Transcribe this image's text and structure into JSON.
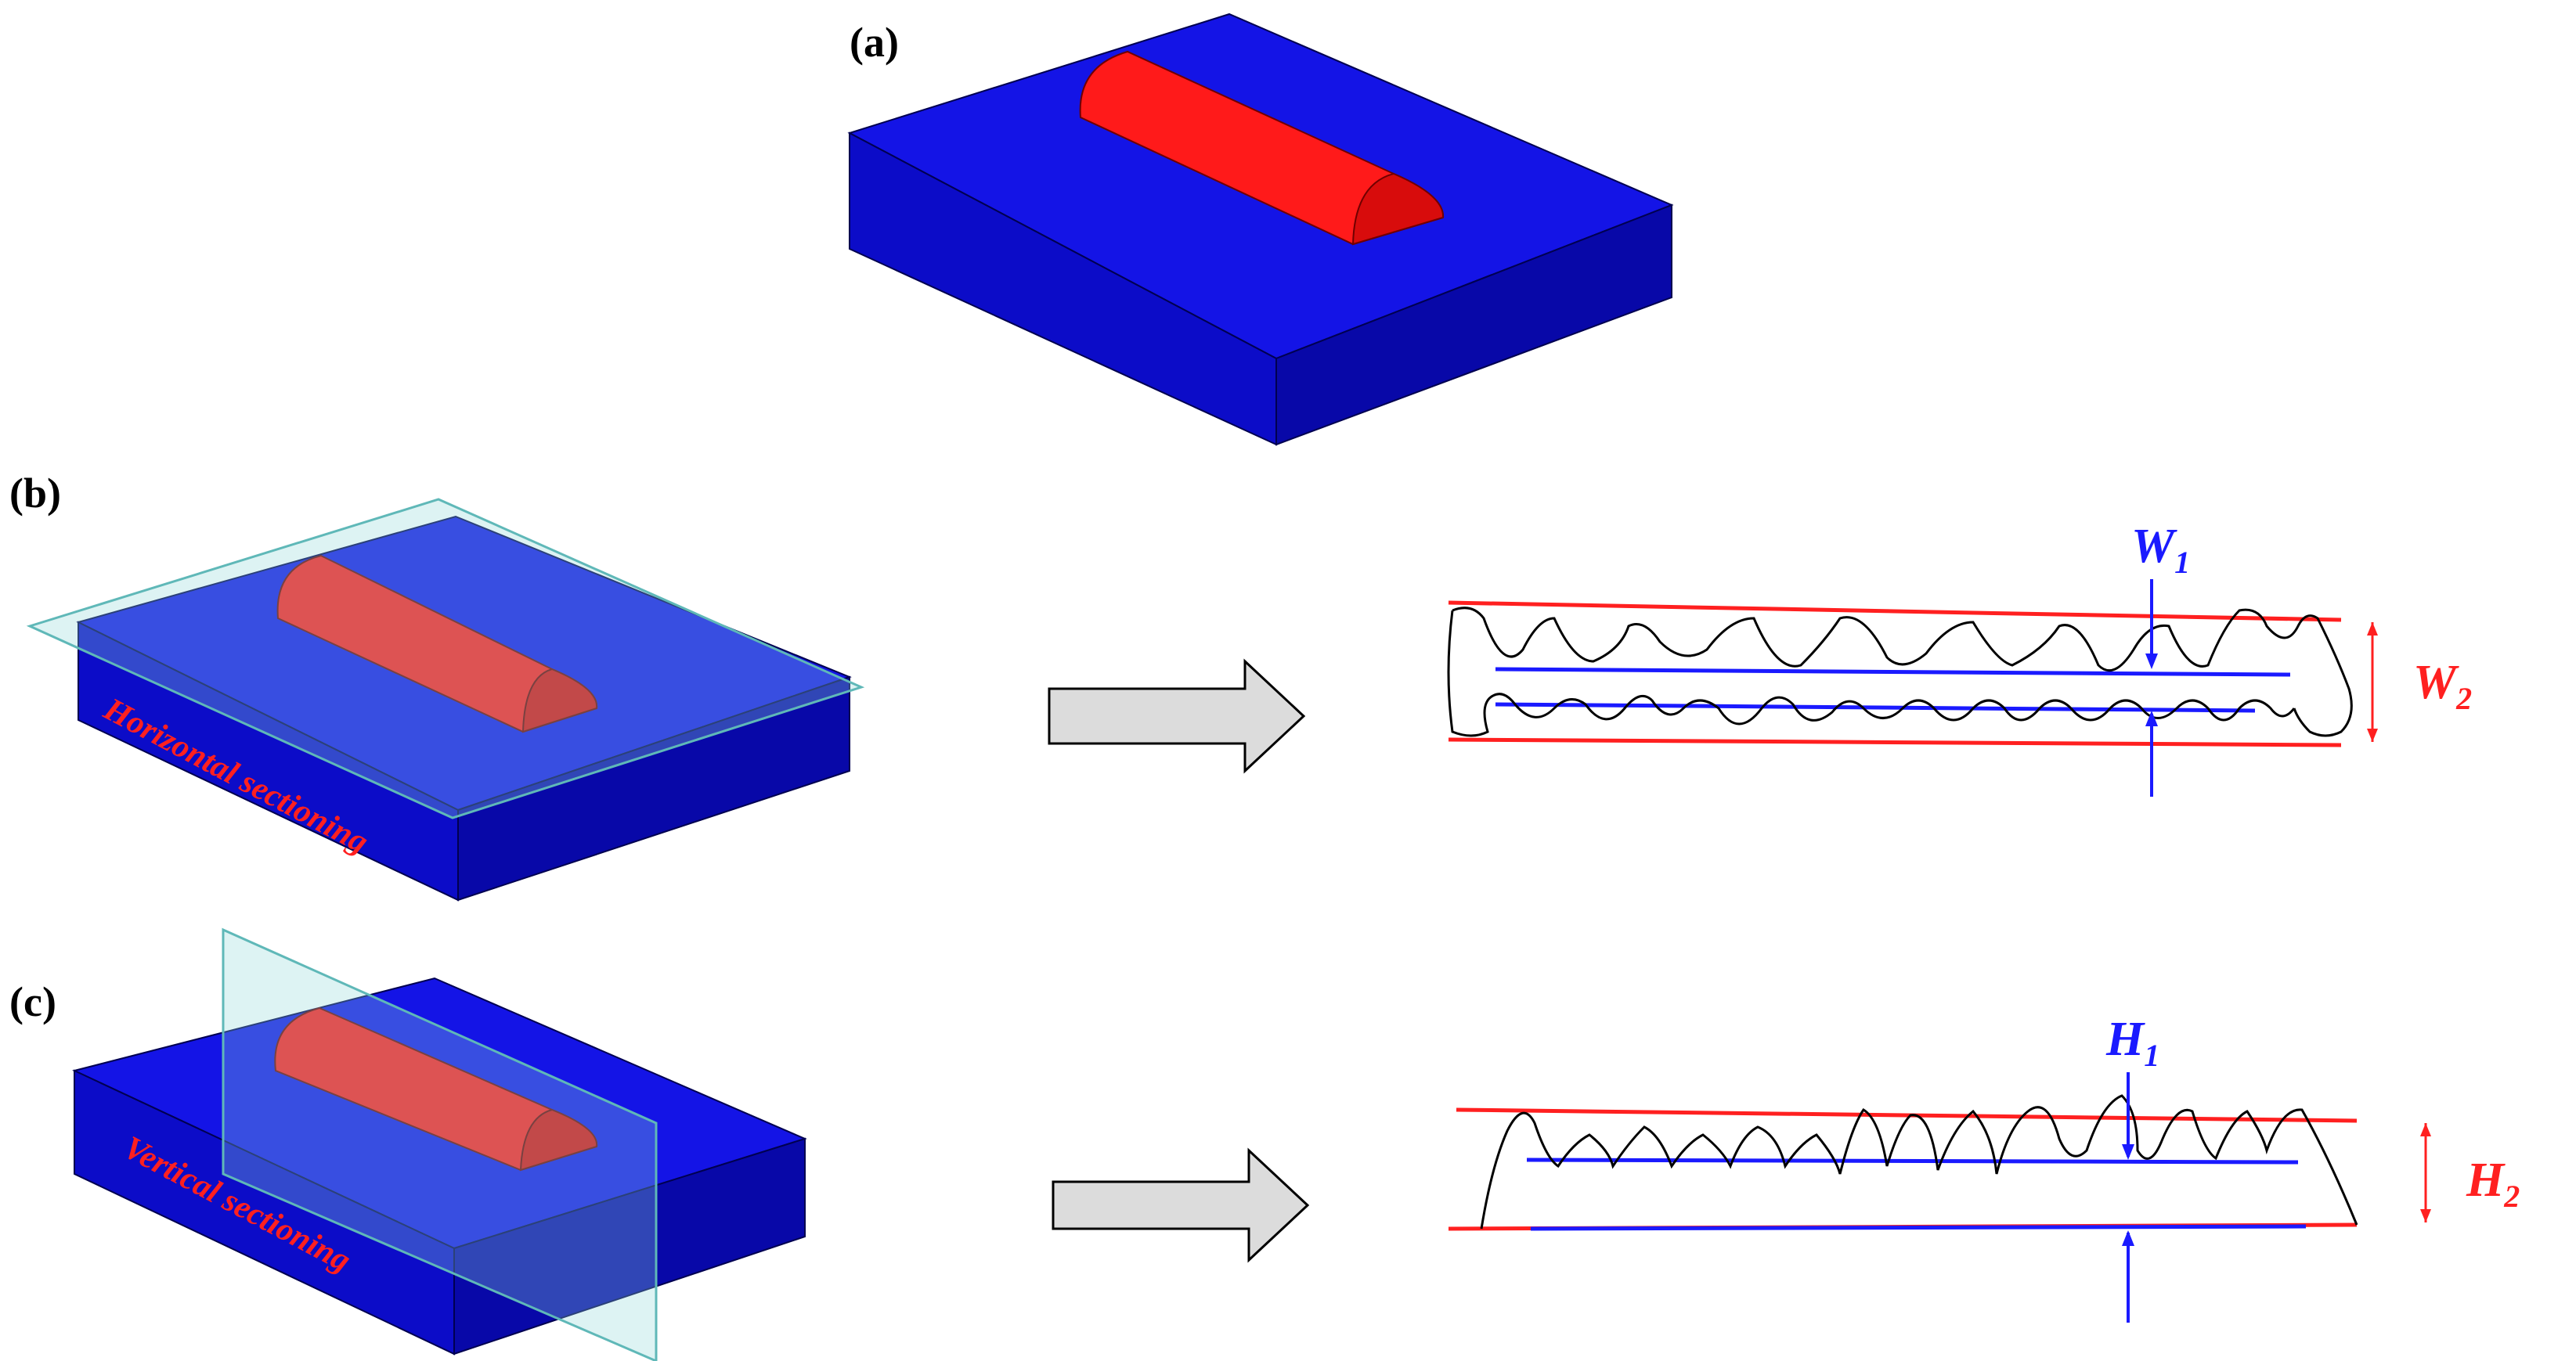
{
  "panels": {
    "a": {
      "label": "(a)"
    },
    "b": {
      "label": "(b)",
      "section_text": "Horizontal sectioning"
    },
    "c": {
      "label": "(c)",
      "section_text": "Vertical sectioning"
    }
  },
  "dimensions": {
    "w1": {
      "letter": "W",
      "sub": "1"
    },
    "w2": {
      "letter": "W",
      "sub": "2"
    },
    "h1": {
      "letter": "H",
      "sub": "1"
    },
    "h2": {
      "letter": "H",
      "sub": "2"
    }
  },
  "colors": {
    "substrate_top": "#1414e6",
    "substrate_front": "#0c0cc8",
    "substrate_side": "#0808a8",
    "bead": "#ff1a1a",
    "bead_end": "#d80c0c",
    "plane": "#8fd6d6",
    "red_line": "#ff2020",
    "blue_line": "#1a1aff",
    "section_text": "#ff2020",
    "arrow_fill": "#dcdcdc"
  }
}
